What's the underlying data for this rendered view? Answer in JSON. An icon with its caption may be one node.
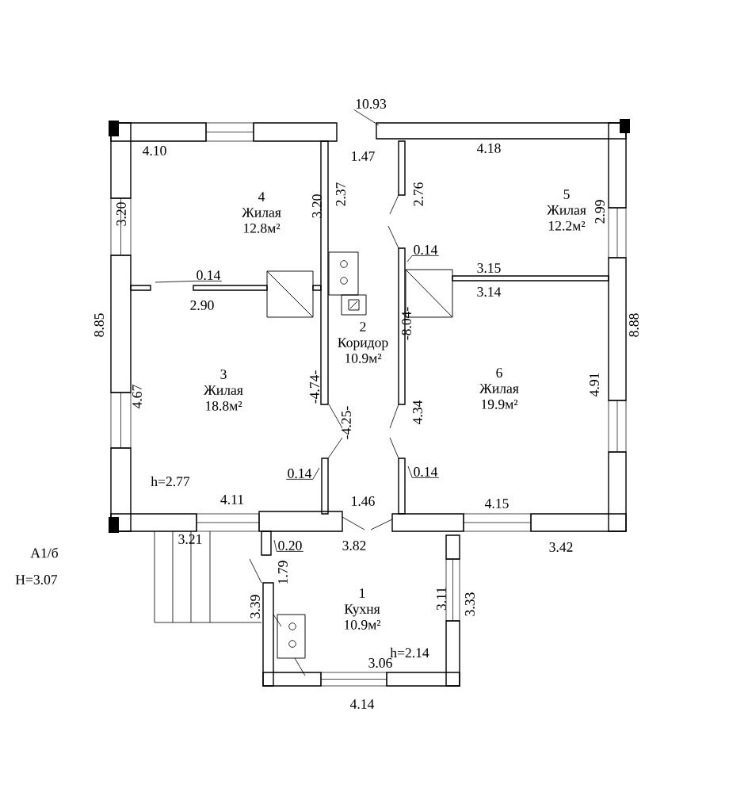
{
  "diagram": {
    "nodes": [
      {
        "text": [
          "4",
          "Жилая",
          "12.8м²"
        ]
      },
      {
        "text": [
          "5",
          "Жилая",
          "12.2м²"
        ]
      },
      {
        "text": [
          "2",
          "Коридор",
          "10.9м²"
        ]
      },
      {
        "text": [
          "3",
          "Жилая",
          "18.8м²"
        ]
      },
      {
        "text": [
          "6",
          "Жилая",
          "19.9м²"
        ]
      },
      {
        "text": [
          "1",
          "Кухня",
          "10.9м²"
        ]
      },
      {
        "text": [
          "10.93"
        ]
      },
      {
        "text": [
          "0.14"
        ]
      },
      {
        "text": [
          "0.14"
        ]
      },
      {
        "text": [
          "0.14"
        ]
      },
      {
        "text": [
          "0.14"
        ]
      },
      {
        "text": [
          "0.20"
        ]
      }
    ],
    "edges": [
      {
        "from": 6,
        "to": null,
        "arrow": "none"
      },
      {
        "from": 7,
        "to": null,
        "arrow": "none"
      },
      {
        "from": 8,
        "to": null,
        "arrow": "none"
      },
      {
        "from": 9,
        "to": null,
        "arrow": "none"
      },
      {
        "from": 10,
        "to": null,
        "arrow": "none"
      },
      {
        "from": 11,
        "to": null,
        "arrow": "none"
      }
    ],
    "labels": [
      "4.10",
      "1.47",
      "4.18",
      "3.20",
      "3.20",
      "2.37",
      "2.76",
      "2.99",
      "3.15",
      "2.90",
      "3.14",
      "8.85",
      "-8.04-",
      "8.88",
      "4.67",
      "-4.74-",
      "4.34",
      "4.91",
      "-4.25-",
      "h=2.77",
      "4.11",
      "1.46",
      "4.15",
      "3.21",
      "3.82",
      "3.42",
      "А1/б",
      "H=3.07",
      "1.79",
      "3.39",
      "3.11",
      "3.33",
      "h=2.14",
      "3.06",
      "4.14"
    ]
  }
}
